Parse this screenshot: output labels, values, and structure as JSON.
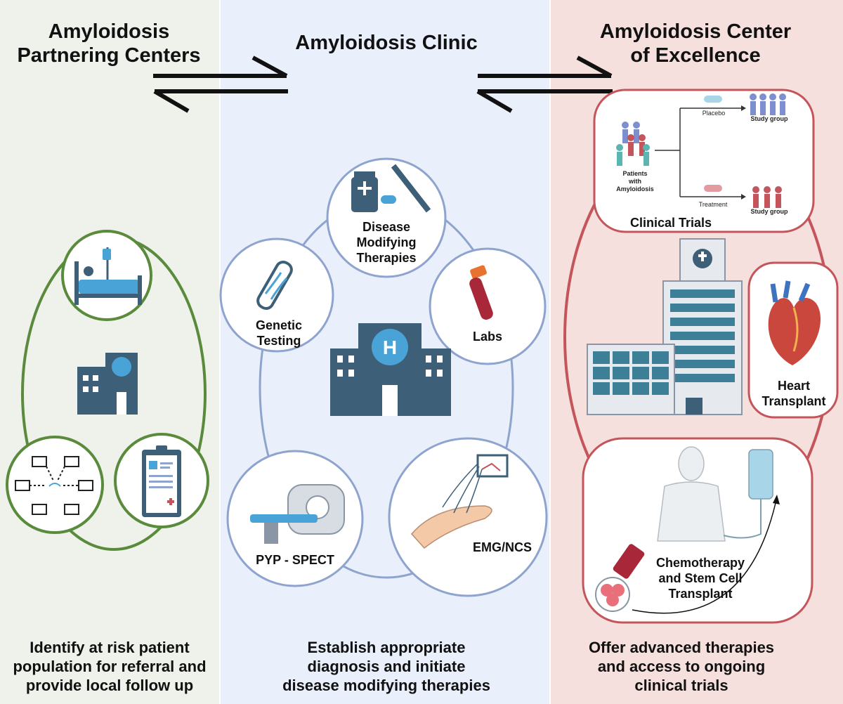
{
  "columns": {
    "left": {
      "title_line1": "Amyloidosis",
      "title_line2": "Partnering Centers",
      "footer_line1": "Identify at risk patient",
      "footer_line2": "population for referral and",
      "footer_line3": "provide local follow up"
    },
    "middle": {
      "title": "Amyloidosis Clinic",
      "footer_line1": "Establish appropriate",
      "footer_line2": "diagnosis and initiate",
      "footer_line3": "disease modifying therapies"
    },
    "right": {
      "title_line1": "Amyloidosis Center",
      "title_line2": "of Excellence",
      "footer_line1": "Offer advanced therapies",
      "footer_line2": "and access to ongoing",
      "footer_line3": "clinical trials"
    }
  },
  "clinic_nodes": {
    "therapies_line1": "Disease",
    "therapies_line2": "Modifying",
    "therapies_line3": "Therapies",
    "genetic_line1": "Genetic",
    "genetic_line2": "Testing",
    "labs": "Labs",
    "pyp": "PYP - SPECT",
    "emg": "EMG/NCS"
  },
  "clinical_trials": {
    "title": "Clinical Trials",
    "placebo": "Placebo",
    "treatment": "Treatment",
    "study_group_top": "Study group",
    "study_group_bottom": "Study group",
    "patients_line1": "Patients",
    "patients_line2": "with",
    "patients_line3": "Amyloidosis"
  },
  "excellence_nodes": {
    "heart_line1": "Heart",
    "heart_line2": "Transplant",
    "chemo_line1": "Chemotherapy",
    "chemo_line2": "and Stem Cell",
    "chemo_line3": "Transplant"
  },
  "colors": {
    "left_bg": "#eef2ea",
    "middle_bg": "#e9f0fb",
    "right_bg": "#f6e0de",
    "green": "#5a8a3c",
    "blue": "#8ea4cf",
    "red": "#c4555a",
    "building": "#3d5f78"
  },
  "icons": [
    "hospital-bed-icon",
    "hospital-building-icon",
    "network-computers-icon",
    "clipboard-icon",
    "medicine-syringe-icon",
    "dna-tube-icon",
    "blood-tube-icon",
    "scanner-icon",
    "emg-hand-icon",
    "heart-icon",
    "hospital-tower-icon",
    "iv-patient-icon"
  ]
}
